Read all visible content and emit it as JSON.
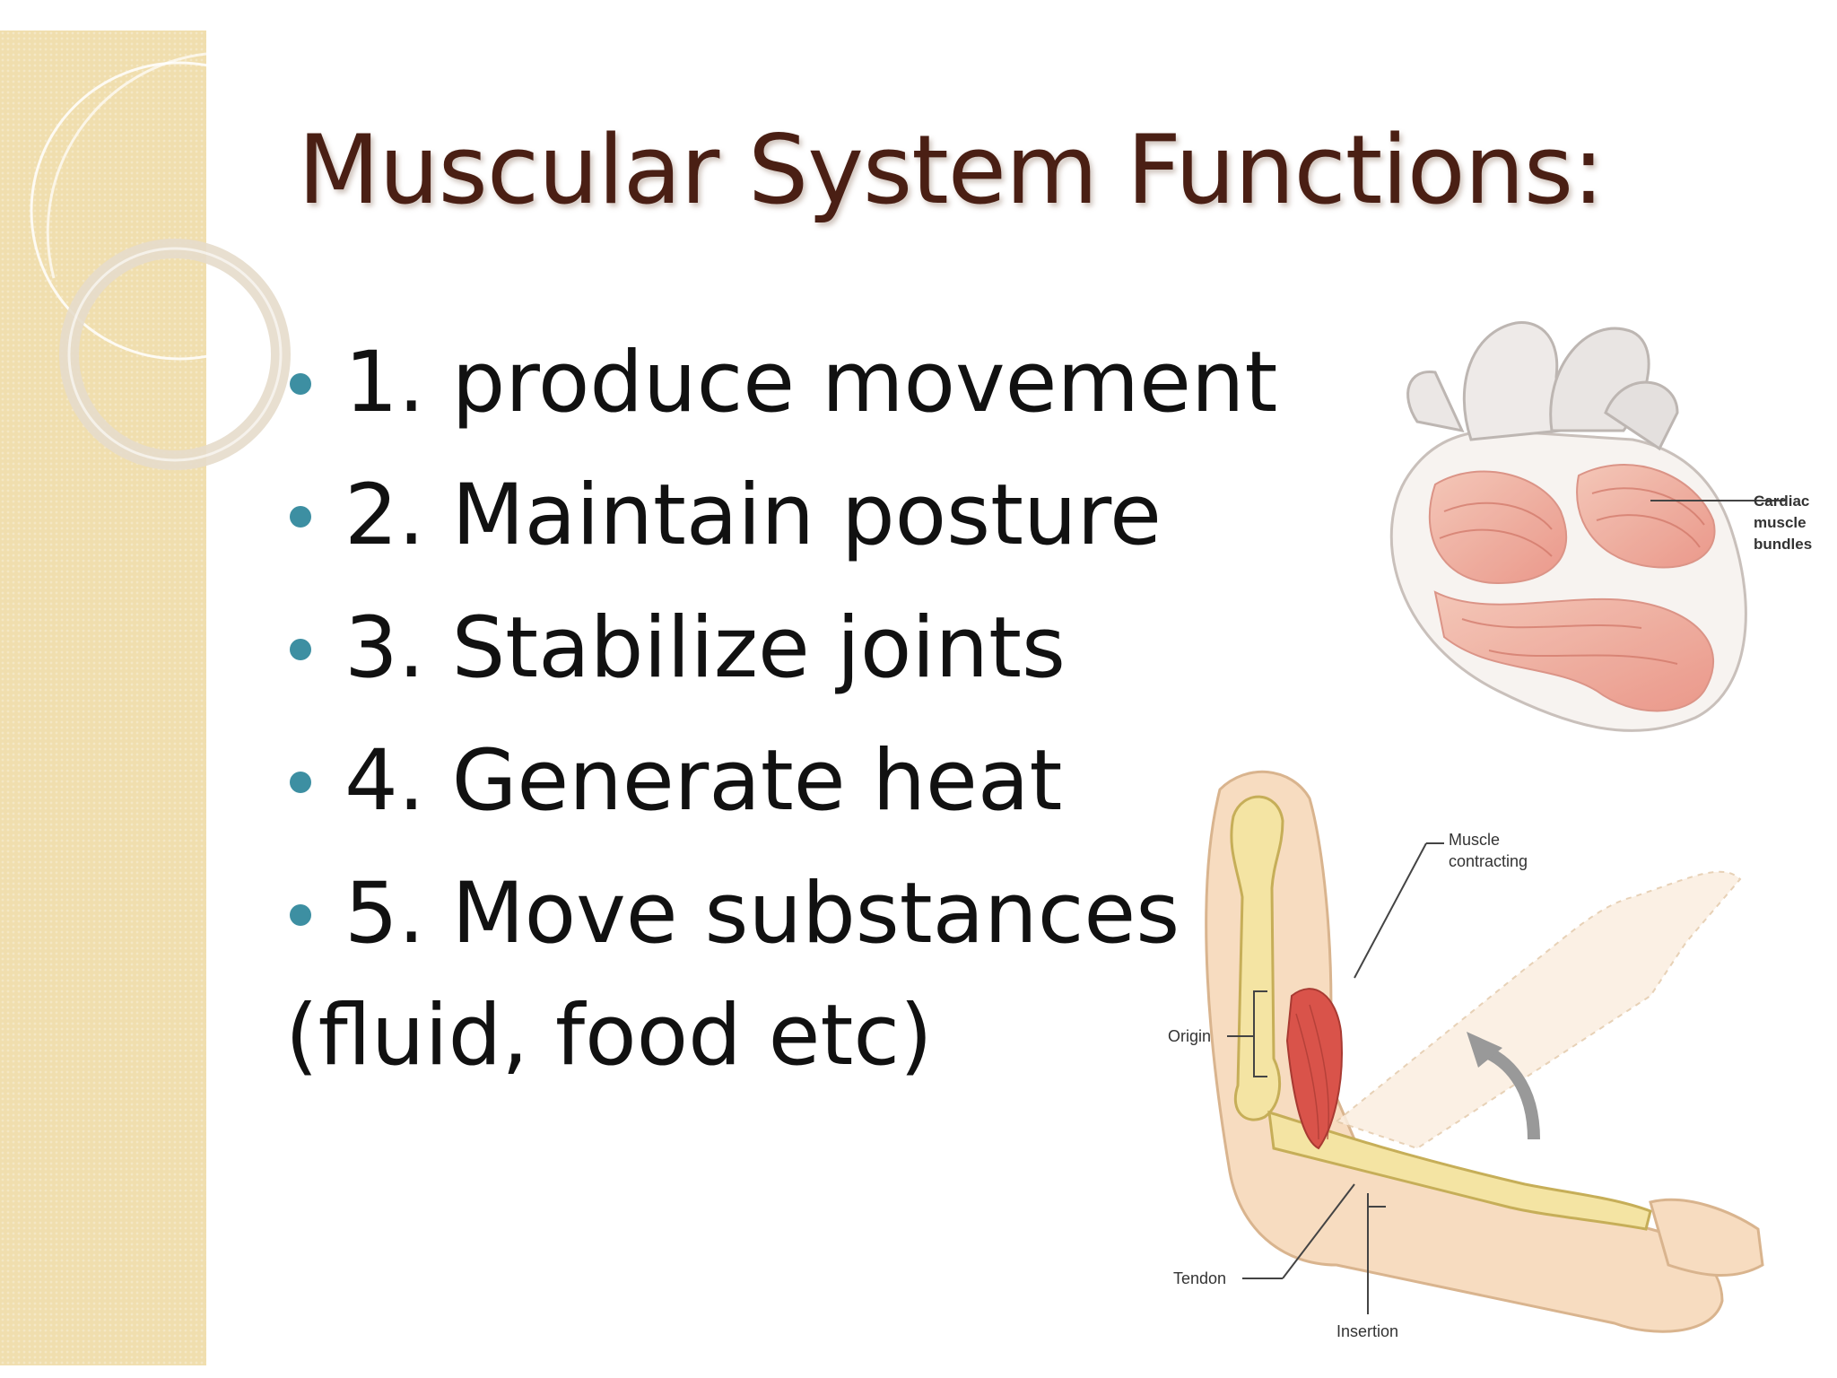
{
  "slide": {
    "title": "Muscular System Functions:",
    "bullets": [
      "1. produce movement",
      "2. Maintain posture",
      "3. Stabilize joints",
      "4. Generate heat",
      "5. Move substances"
    ],
    "note": "(fluid, food etc)",
    "bullet_color": "#3d8fa2",
    "title_color": "#4a1f14",
    "sidebar_color": "#f0deae"
  },
  "heart_figure": {
    "label": [
      "Cardiac",
      "muscle",
      "bundles"
    ]
  },
  "arm_figure": {
    "muscle_label": [
      "Muscle",
      "contracting"
    ],
    "origin_label": "Origin",
    "tendon_label": "Tendon",
    "insertion_label": "Insertion"
  }
}
